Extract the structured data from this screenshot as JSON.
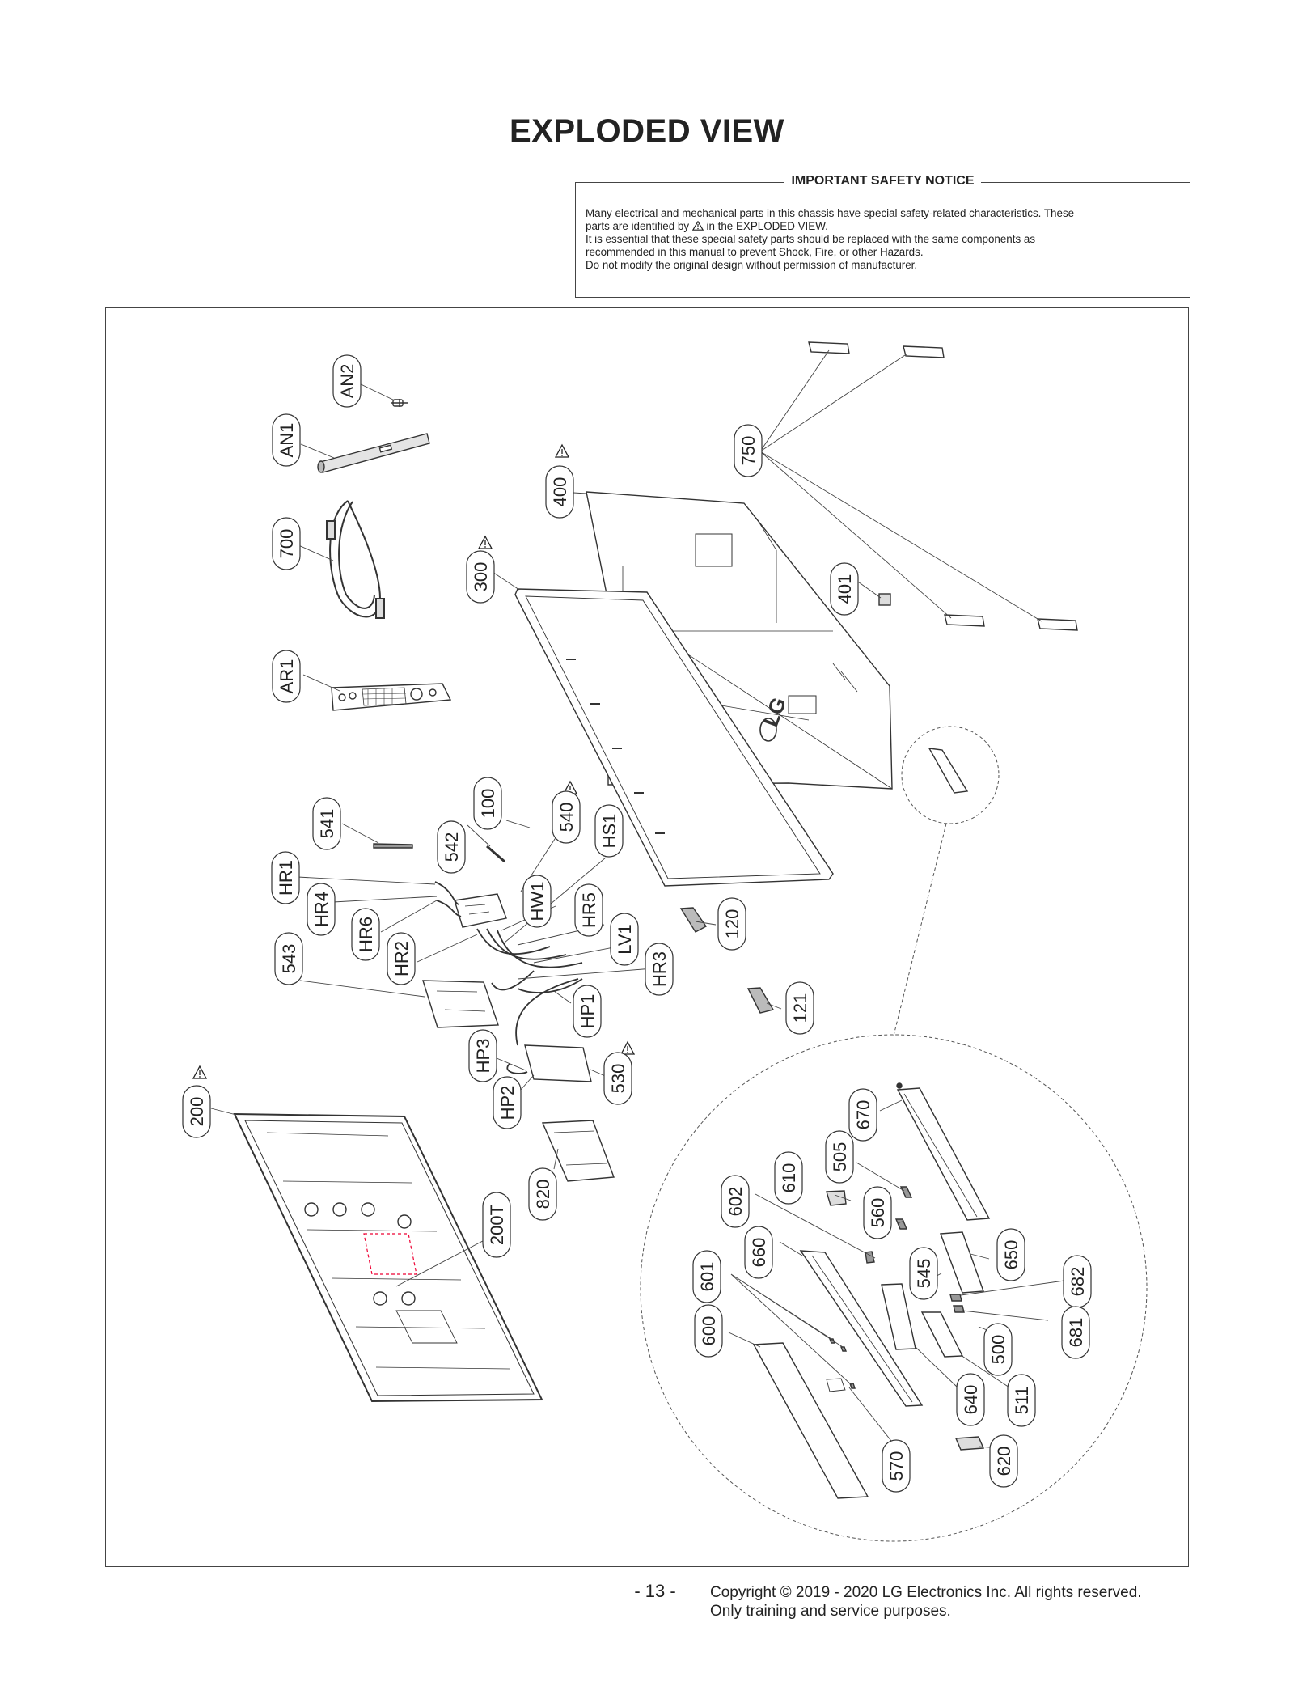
{
  "page_title": "EXPLODED VIEW",
  "notice": {
    "title": "IMPORTANT SAFETY NOTICE",
    "line1": "Many electrical and mechanical parts in this chassis have special safety-related characteristics. These",
    "line2a": "parts are identified by",
    "line2b": "in the EXPLODED VIEW.",
    "line3": "It is essential that these special safety parts should be replaced with the same components as",
    "line4": "recommended in this manual to prevent Shock, Fire, or other Hazards.",
    "line5": "Do not modify the original design without permission of manufacturer."
  },
  "part_labels": [
    "AN2",
    "AN1",
    "700",
    "AR1",
    "400",
    "750",
    "300",
    "401",
    "100",
    "540",
    "541",
    "542",
    "HS1",
    "HR1",
    "HR4",
    "HW1",
    "HR5",
    "HR6",
    "LV1",
    "543",
    "HR2",
    "HR3",
    "120",
    "HP1",
    "121",
    "HP3",
    "530",
    "HP2",
    "200",
    "820",
    "200T",
    "670",
    "610",
    "505",
    "602",
    "560",
    "660",
    "650",
    "601",
    "545",
    "682",
    "600",
    "681",
    "500",
    "640",
    "511",
    "570",
    "620"
  ],
  "safety_marked_parts": [
    "400",
    "300",
    "540",
    "530",
    "200"
  ],
  "logo_text": "LG",
  "footer": {
    "page_number": "- 13 -",
    "copyright": "Copyright © 2019 - 2020 LG Electronics Inc. All rights reserved.",
    "usage": "Only training and service purposes."
  }
}
